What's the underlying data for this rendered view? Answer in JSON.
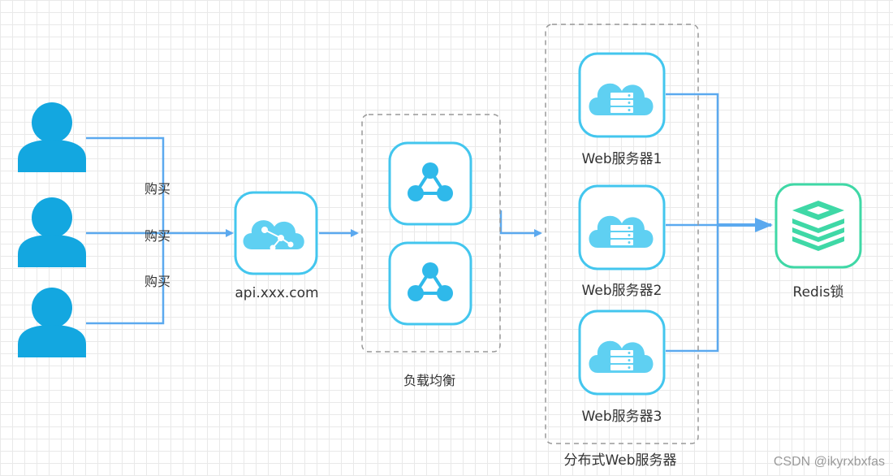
{
  "diagram": {
    "edge_labels": [
      "购买",
      "购买",
      "购买"
    ],
    "gateway_label": "api.xxx.com",
    "load_balancer_group_label": "负载均衡",
    "web_servers": [
      "Web服务器1",
      "Web服务器2",
      "Web服务器3"
    ],
    "web_cluster_label": "分布式Web服务器",
    "redis_label": "Redis锁"
  },
  "watermark": "CSDN @ikyrxbxfas",
  "colors": {
    "user": "#13a7e0",
    "icon_border": "#43c6ee",
    "icon_fill": "#5fd0f2",
    "line": "#5ba9ef",
    "redis": "#3fd8a6",
    "group_border": "#999999"
  },
  "icons": {
    "user": "user-icon",
    "gateway": "cloud-network-icon",
    "load_balancer": "network-share-icon",
    "web_server": "cloud-server-icon",
    "redis": "redis-icon"
  }
}
